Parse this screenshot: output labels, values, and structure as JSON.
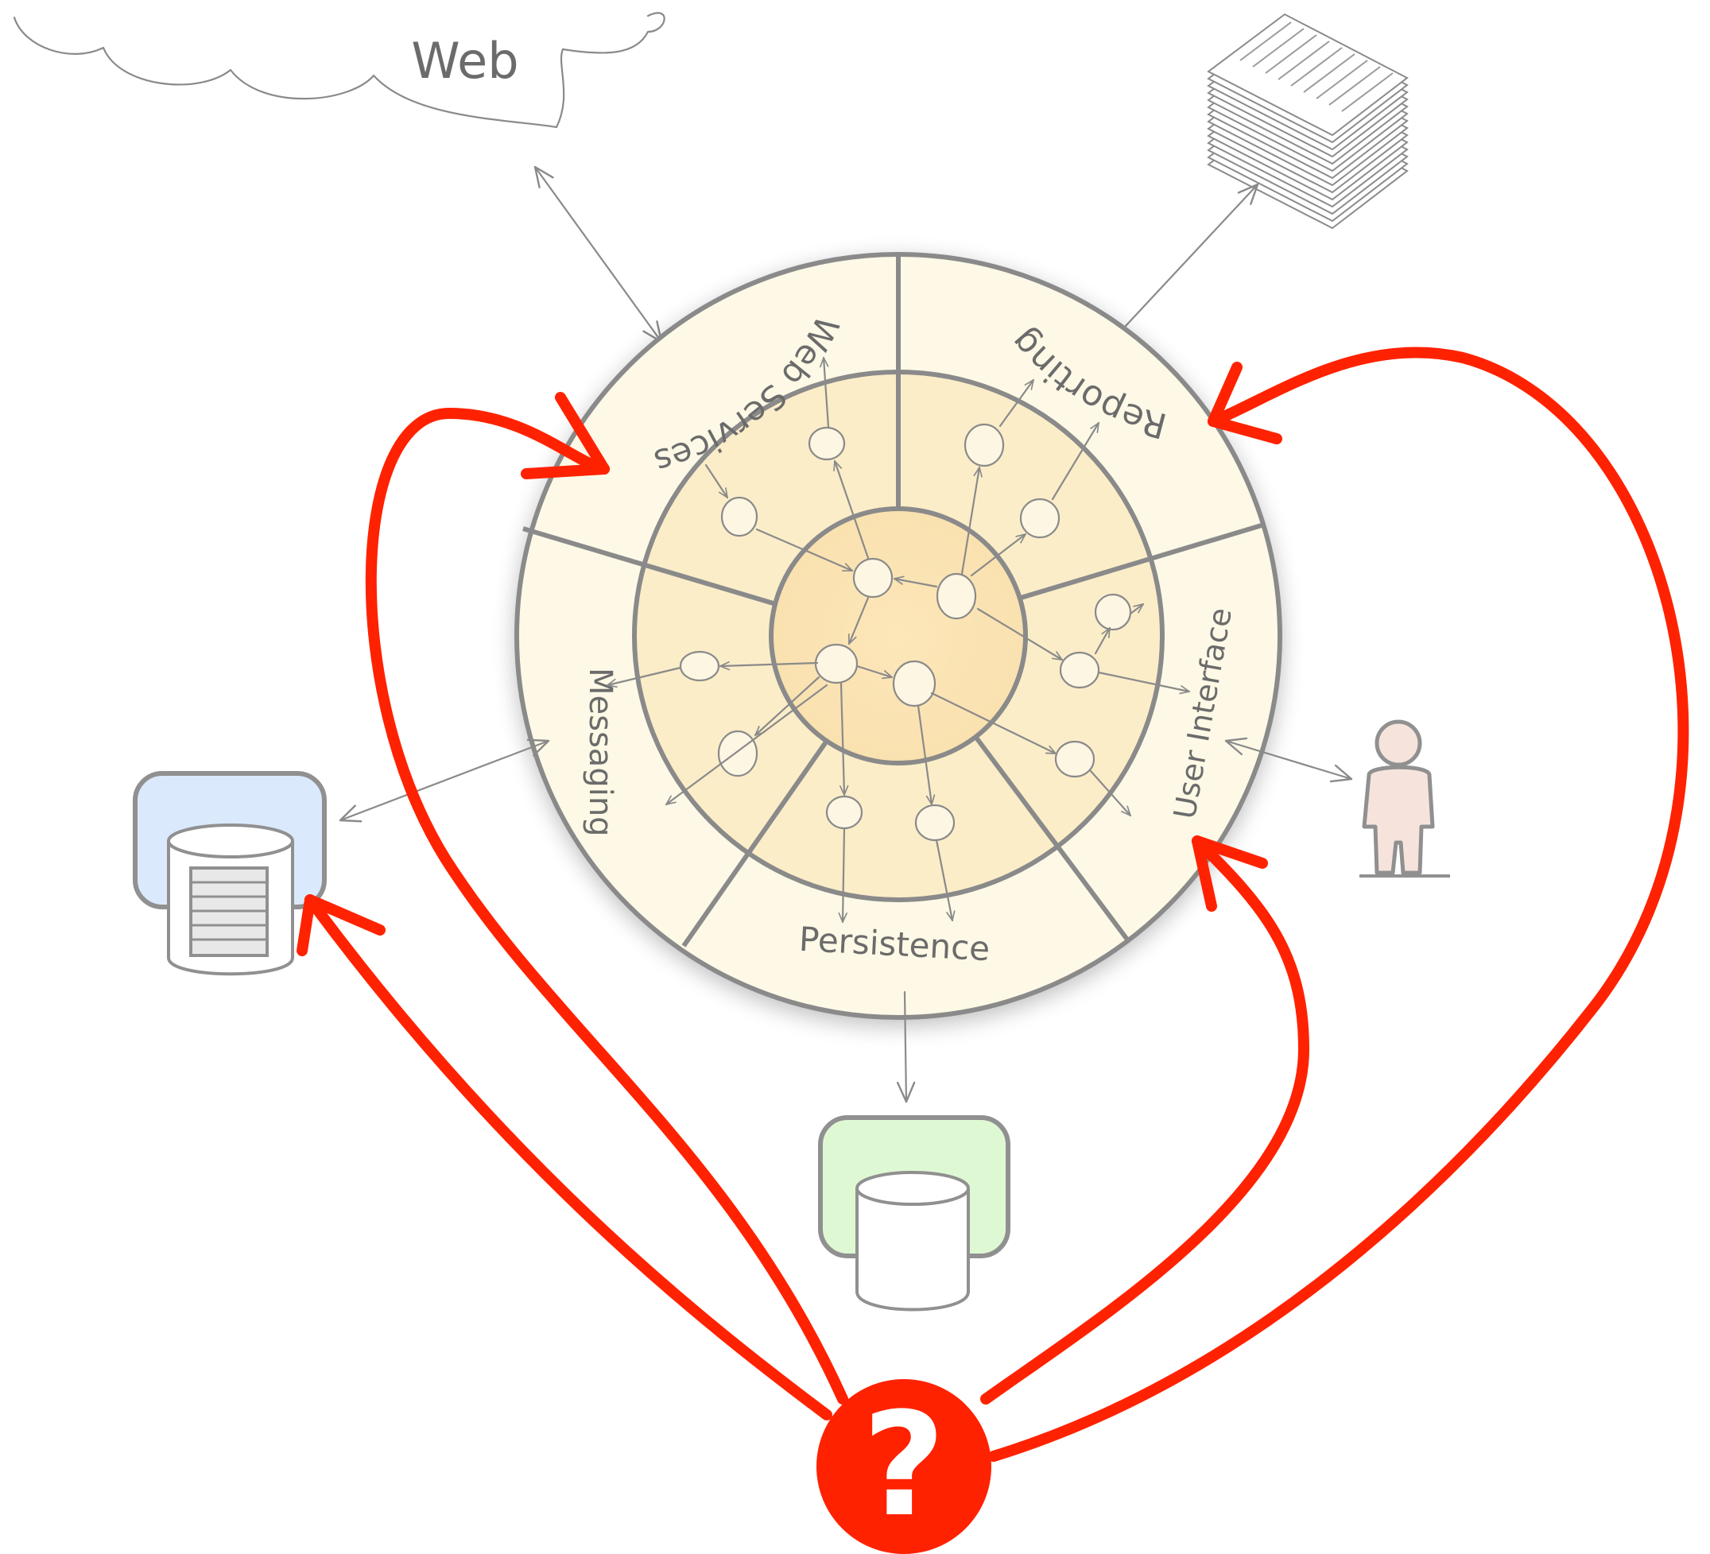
{
  "labels": {
    "web": "Web",
    "web_services": "Web Services",
    "reporting": "Reporting",
    "messaging": "Messaging",
    "user_interface": "User Interface",
    "persistence": "Persistence",
    "question": "?"
  },
  "colors": {
    "outer_ring": "#fdf9e6",
    "middle_ring": "#fbedc8",
    "core": "#fae4b4",
    "line": "#8a8a8a",
    "red_arrows": "#ff2200",
    "messaging_store": "#dbe9fc",
    "persistence_store": "#dff8d4",
    "person": "#f6e4dc"
  },
  "icons": {
    "web": "cloud-icon",
    "reporting": "paper-stack-icon",
    "messaging": "database-queue-icon",
    "persistence": "database-icon",
    "user_interface": "person-icon",
    "question": "question-badge-icon"
  }
}
